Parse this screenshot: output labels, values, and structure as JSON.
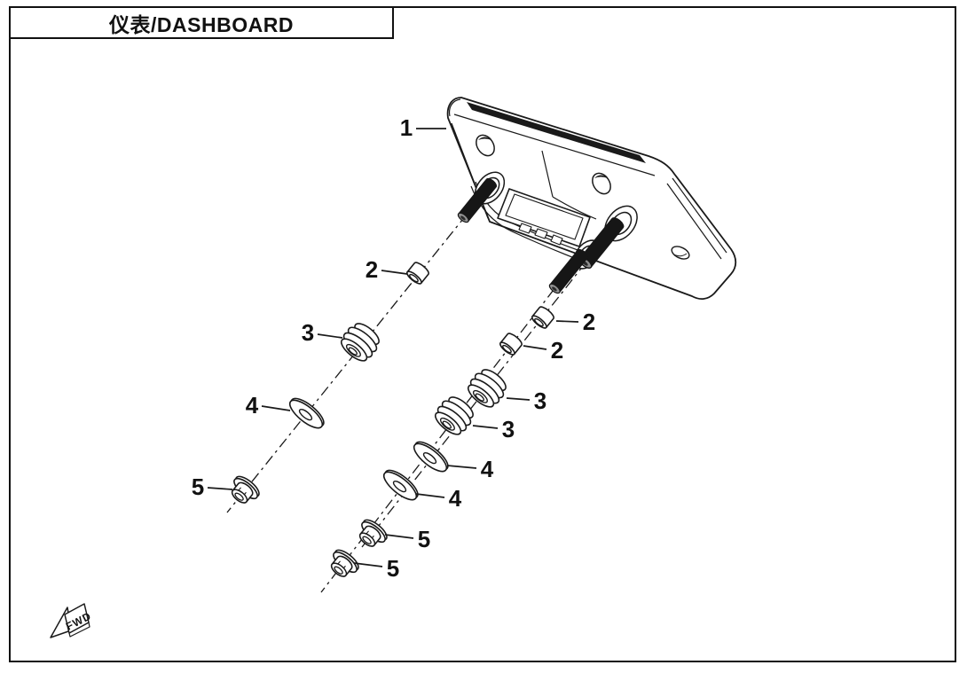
{
  "title_block": {
    "title": "仪表/DASHBOARD"
  },
  "drawing": {
    "callouts": [
      {
        "number": "1",
        "part": "dashboard-assembly"
      },
      {
        "number": "2",
        "part": "spacer-left"
      },
      {
        "number": "3",
        "part": "grommet-left"
      },
      {
        "number": "4",
        "part": "washer-left"
      },
      {
        "number": "5",
        "part": "flange-nut-left"
      },
      {
        "number": "2",
        "part": "spacer-right-upper"
      },
      {
        "number": "2",
        "part": "spacer-right-lower"
      },
      {
        "number": "3",
        "part": "grommet-right-upper"
      },
      {
        "number": "3",
        "part": "grommet-right-lower"
      },
      {
        "number": "4",
        "part": "washer-right-upper"
      },
      {
        "number": "4",
        "part": "washer-right-lower"
      },
      {
        "number": "5",
        "part": "flange-nut-right-upper"
      },
      {
        "number": "5",
        "part": "flange-nut-right-lower"
      }
    ],
    "fwd_marker": {
      "label": "FWD"
    }
  },
  "colors": {
    "line": "#1a1a1a",
    "paper": "#ffffff"
  }
}
